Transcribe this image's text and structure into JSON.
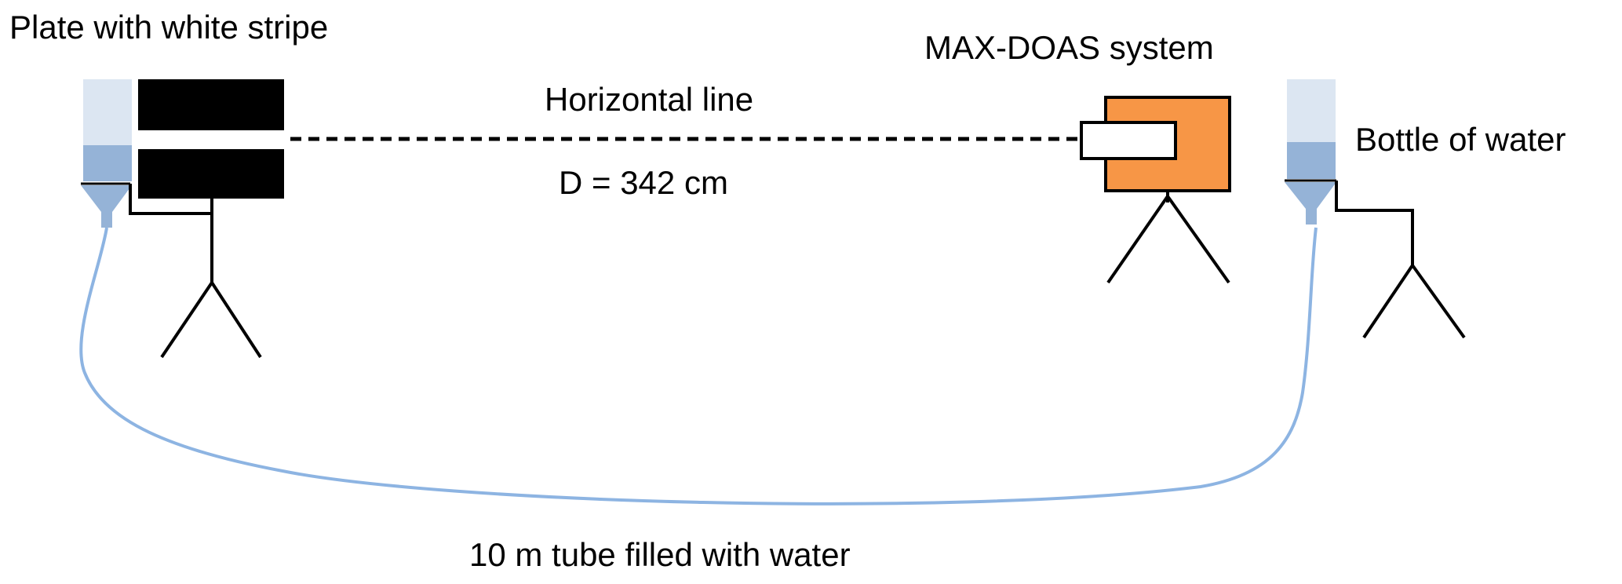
{
  "labels": {
    "plate": "Plate with white stripe",
    "max_doas": "MAX-DOAS system",
    "horizontal_line": "Horizontal line",
    "distance": "D = 342 cm",
    "bottle": "Bottle of water",
    "tube": "10 m tube filled with water"
  },
  "colors": {
    "line": "#000000",
    "instrument": "#f79646",
    "water_dark": "#95b3d7",
    "water_light": "#dce6f2",
    "tube": "#8db4e2",
    "background": "#ffffff"
  }
}
